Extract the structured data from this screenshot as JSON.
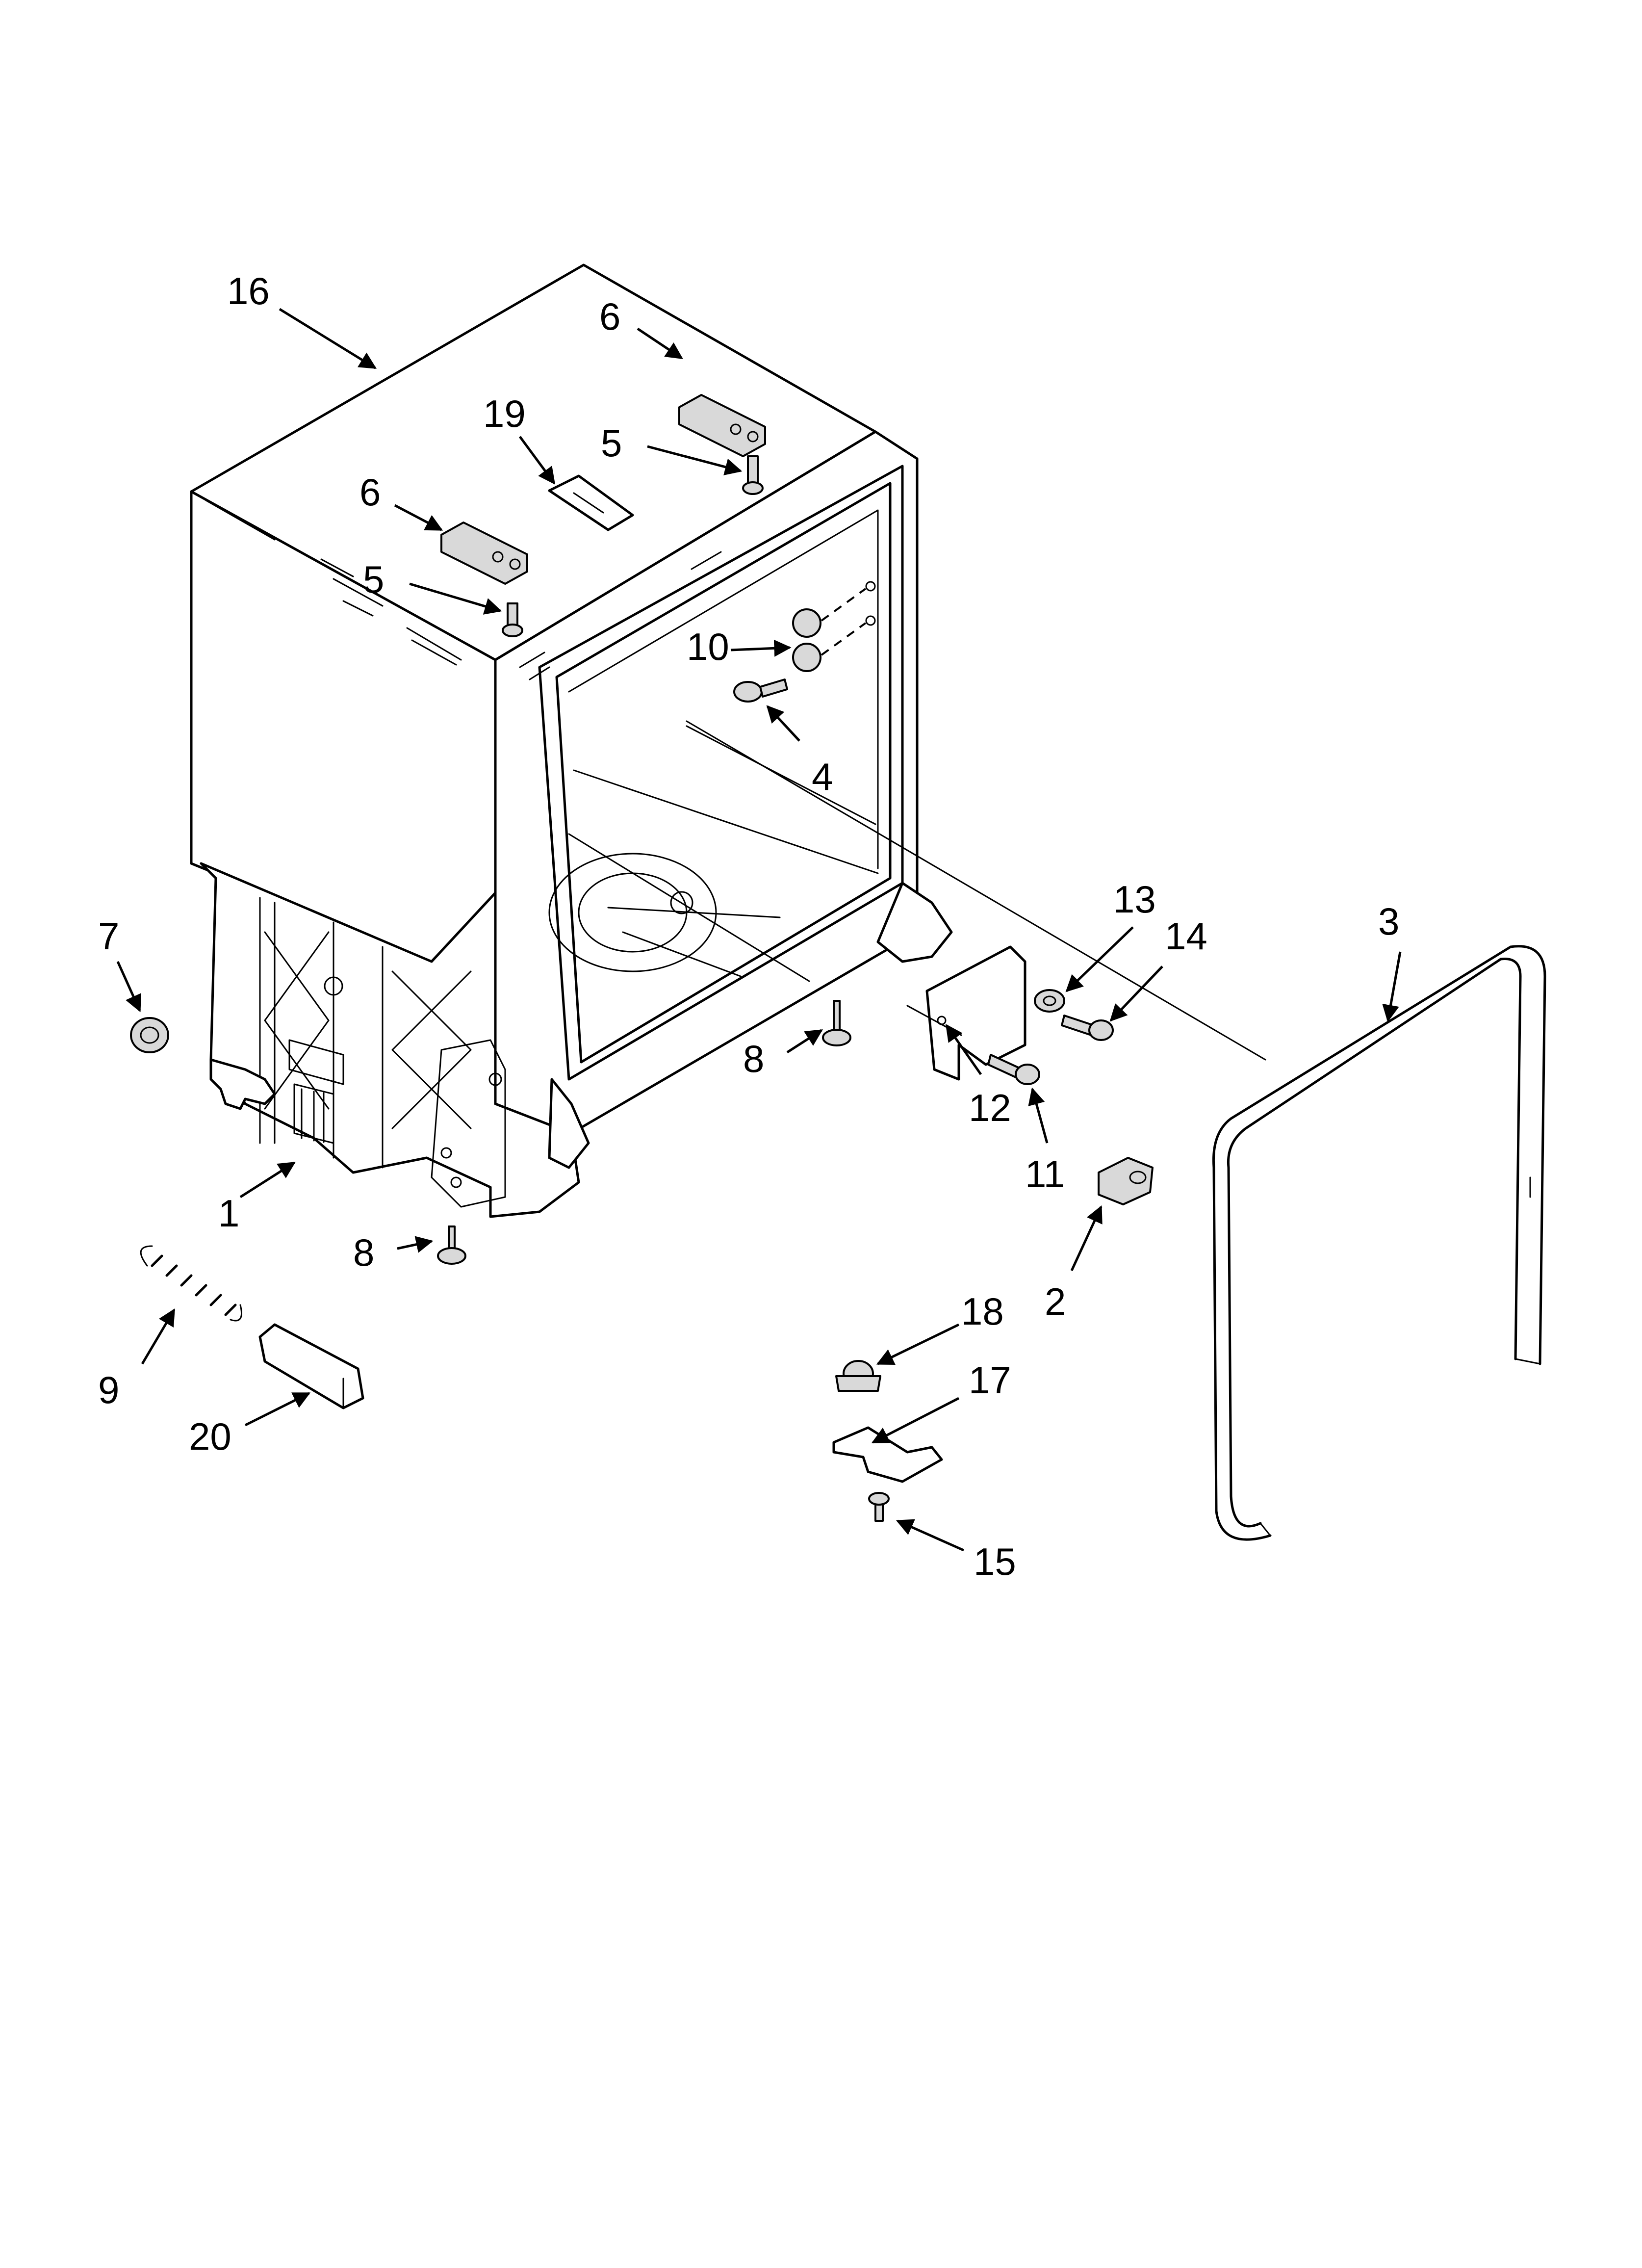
{
  "callouts": [
    {
      "id": "c16",
      "text": "16"
    },
    {
      "id": "c6a",
      "text": "6"
    },
    {
      "id": "c6b",
      "text": "6"
    },
    {
      "id": "c19",
      "text": "19"
    },
    {
      "id": "c5a",
      "text": "5"
    },
    {
      "id": "c5b",
      "text": "5"
    },
    {
      "id": "c10",
      "text": "10"
    },
    {
      "id": "c4",
      "text": "4"
    },
    {
      "id": "c13",
      "text": "13"
    },
    {
      "id": "c14",
      "text": "14"
    },
    {
      "id": "c3",
      "text": "3"
    },
    {
      "id": "c7",
      "text": "7"
    },
    {
      "id": "c8a",
      "text": "8"
    },
    {
      "id": "c8b",
      "text": "8"
    },
    {
      "id": "c12",
      "text": "12"
    },
    {
      "id": "c11",
      "text": "11"
    },
    {
      "id": "c1",
      "text": "1"
    },
    {
      "id": "c2",
      "text": "2"
    },
    {
      "id": "c9",
      "text": "9"
    },
    {
      "id": "c18",
      "text": "18"
    },
    {
      "id": "c17",
      "text": "17"
    },
    {
      "id": "c20",
      "text": "20"
    },
    {
      "id": "c15",
      "text": "15"
    }
  ]
}
